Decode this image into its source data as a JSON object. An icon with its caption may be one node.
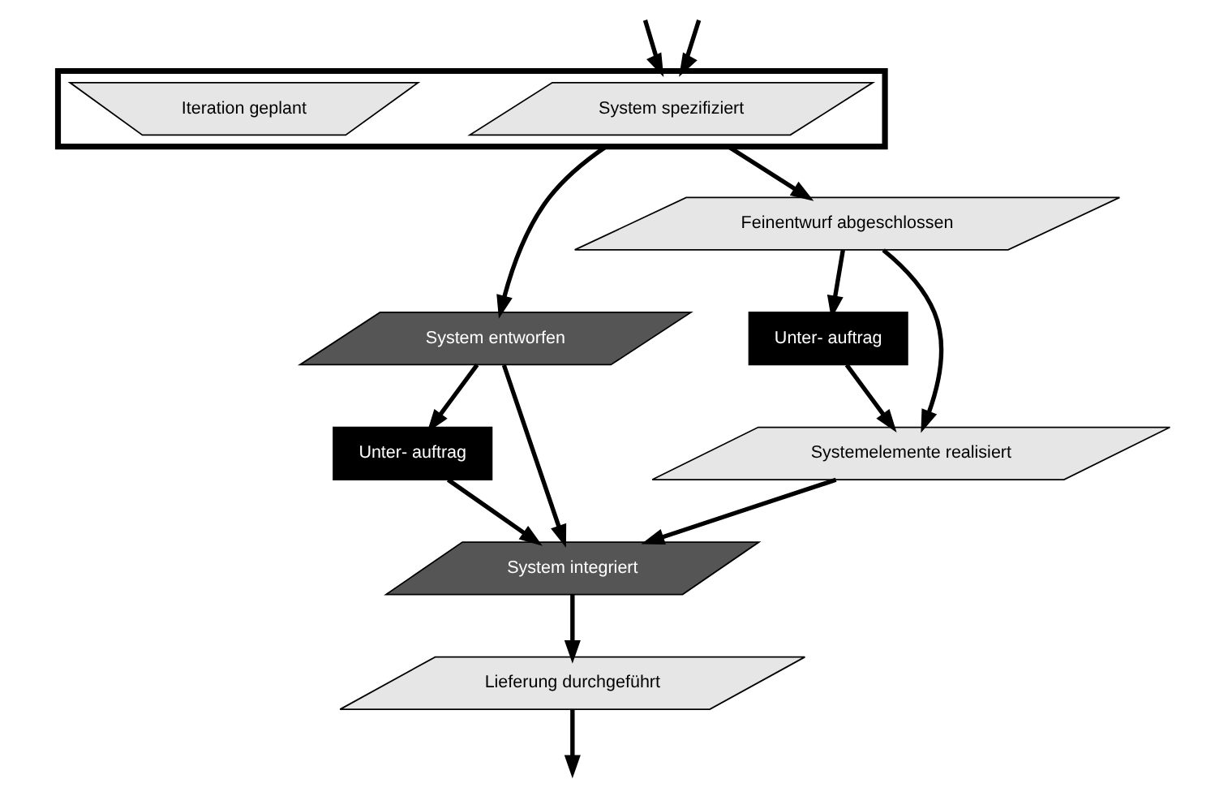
{
  "diagram": {
    "nodes": [
      {
        "text": [],
        "shape": "box"
      },
      {
        "text": [
          "System spezifiziert"
        ],
        "in": 0
      },
      {
        "text": [
          "Iteration geplant"
        ],
        "in": 0
      },
      {
        "text": [
          "Lieferung durchgeführt"
        ]
      },
      {
        "text": [
          "System entworfen"
        ]
      },
      {
        "text": [
          "Unter- auftrag"
        ]
      },
      {
        "text": [
          "System integriert"
        ]
      },
      {
        "text": [
          "Feinentwurf abgeschlossen"
        ]
      },
      {
        "text": [
          "Unter- auftrag"
        ]
      },
      {
        "text": [
          "Systemelemente realisiert"
        ]
      }
    ],
    "edges": [
      {
        "from": null,
        "to": 0,
        "arrow": "to"
      },
      {
        "from": null,
        "to": 0,
        "arrow": "to"
      },
      {
        "from": 0,
        "to": 4,
        "arrow": "to"
      },
      {
        "from": 4,
        "to": 6,
        "arrow": "to"
      },
      {
        "from": 4,
        "to": 5,
        "arrow": "to"
      },
      {
        "from": 5,
        "to": 6,
        "arrow": "to"
      },
      {
        "from": 0,
        "to": 7,
        "arrow": "to"
      },
      {
        "from": 7,
        "to": 9,
        "arrow": "to"
      },
      {
        "from": 7,
        "to": 8,
        "arrow": "to"
      },
      {
        "from": 8,
        "to": 9,
        "arrow": "to"
      },
      {
        "from": 9,
        "to": 6,
        "arrow": "to"
      },
      {
        "from": 6,
        "to": 3,
        "arrow": "to"
      },
      {
        "from": 3,
        "to": null,
        "arrow": "to"
      }
    ]
  }
}
